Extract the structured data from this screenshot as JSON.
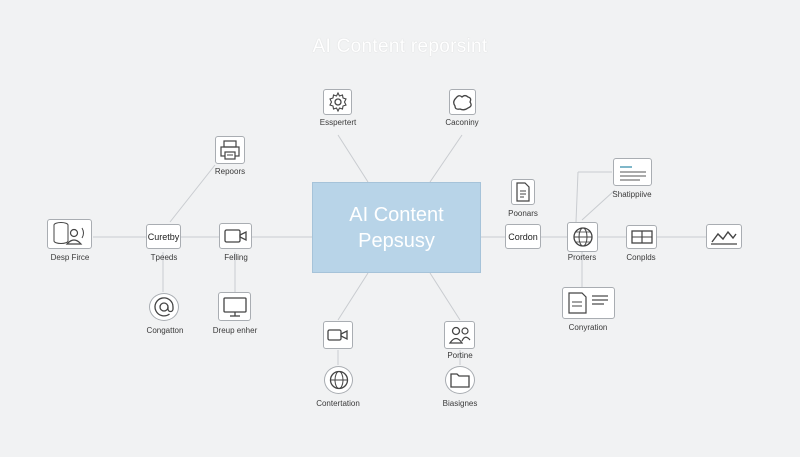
{
  "title": "AI Content reporsint",
  "center": {
    "line1": "AI Content",
    "line2": "Pepsusy"
  },
  "nodes": {
    "desp_firce": "Desp Firce",
    "curetby": "Curetby",
    "tpeeds": "Tpeeds",
    "felling": "Felling",
    "repoors": "Repoors",
    "congatton": "Congatton",
    "dreup_enher": "Dreup enher",
    "esspertert": "Esspertert",
    "caconiny": "Caconiny",
    "contertation": "Contertation",
    "portine": "Portine",
    "biasignes": "Biasignes",
    "poonars": "Poonars",
    "cordon": "Cordon",
    "shatippiive": "Shatippiive",
    "prorters": "Prorters",
    "conplds": "Conplds",
    "conyration": "Conyration"
  },
  "colors": {
    "center_fill": "#b8d4e8",
    "line": "#c9ccd0",
    "accent": "#7fb7c9"
  }
}
